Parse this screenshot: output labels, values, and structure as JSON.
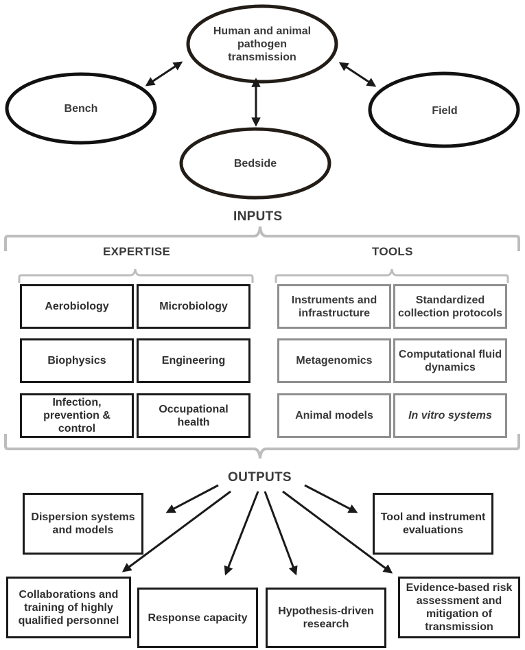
{
  "top": {
    "pathogen": "Human and animal pathogen transmission",
    "bench": "Bench",
    "field": "Field",
    "bedside": "Bedside"
  },
  "inputs_heading": "INPUTS",
  "expertise_heading": "EXPERTISE",
  "tools_heading": "TOOLS",
  "expertise": [
    "Aerobiology",
    "Microbiology",
    "Biophysics",
    "Engineering",
    "Infection, prevention & control",
    "Occupational health"
  ],
  "tools": [
    "Instruments and infrastructure",
    "Standardized collection protocols",
    "Metagenomics",
    "Computational fluid dynamics",
    "Animal models",
    "In vitro systems"
  ],
  "outputs_heading": "OUTPUTS",
  "outputs": {
    "dispersion": "Dispersion systems and models",
    "tool_eval": "Tool and instrument evaluations",
    "collaborations": "Collaborations and training of highly qualified personnel",
    "response": "Response capacity",
    "hypothesis": "Hypothesis-driven research",
    "evidence": "Evidence-based risk assessment and mitigation of transmission"
  },
  "colors": {
    "dark": "#1a1a1a",
    "gray": "#8f8f8f",
    "bracket": "#bdbdbd",
    "text": "#3a3a3a"
  }
}
